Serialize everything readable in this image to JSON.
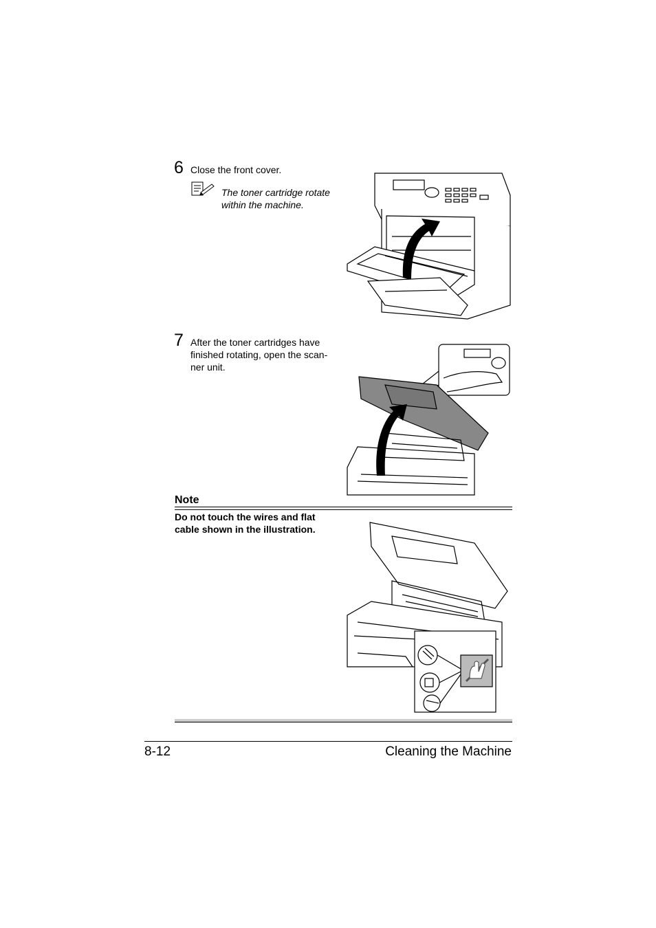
{
  "steps": [
    {
      "number": "6",
      "text": "Close the front cover."
    },
    {
      "number": "7",
      "text": "After the toner cartridges have finished rotating, open the scan-ner unit."
    }
  ],
  "memo": {
    "icon": "memo-icon",
    "text": "The toner cartridge rotate within the machine."
  },
  "note": {
    "title": "Note",
    "body": "Do not touch the wires and flat cable shown in the illustration."
  },
  "footer": {
    "page_number": "8-12",
    "section_title": "Cleaning the Machine"
  },
  "colors": {
    "text": "#000000",
    "rule": "#000000",
    "note_bottom_bar": "#cccccc"
  }
}
